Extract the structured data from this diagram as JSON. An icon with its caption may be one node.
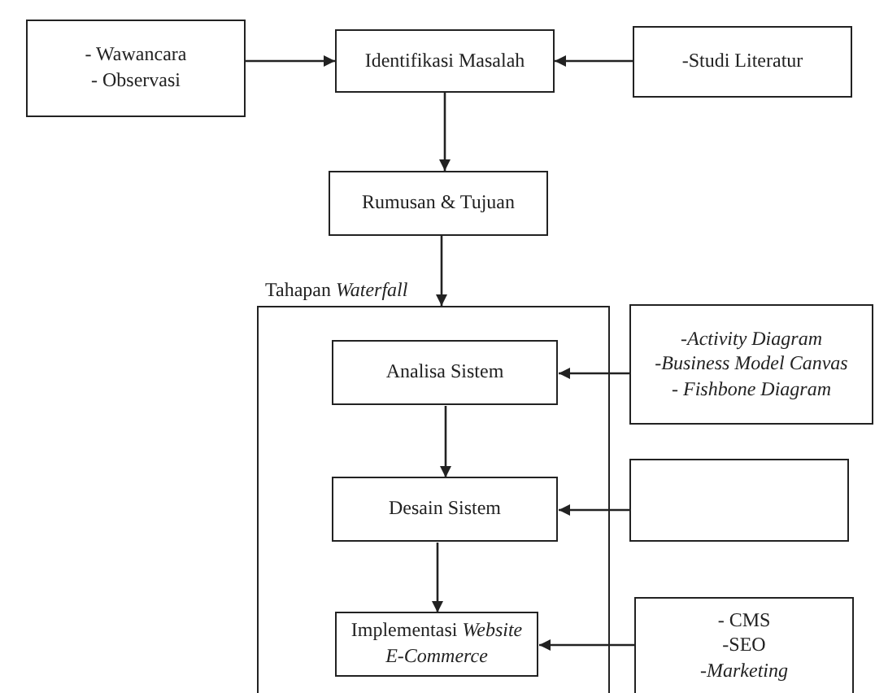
{
  "diagram": {
    "nodes": [
      {
        "text": [
          "- Wawancara",
          "- Observasi"
        ]
      },
      {
        "text": [
          "Identifikasi Masalah"
        ]
      },
      {
        "text": [
          "-Studi Literatur"
        ]
      },
      {
        "text": [
          "Rumusan & Tujuan"
        ]
      },
      {
        "text": [
          "Tahapan *Waterfall*"
        ]
      },
      {
        "text": [
          "Analisa Sistem"
        ],
        "in": 4
      },
      {
        "text": [
          "-*Activity Diagram*",
          "-*Business Model Canvas*",
          "- *Fishbone Diagram*"
        ]
      },
      {
        "text": [
          "Desain Sistem"
        ],
        "in": 4
      },
      {
        "text": [],
        "shape": "box"
      },
      {
        "text": [
          "Implementasi *Website E-Commerce*"
        ],
        "in": 4
      },
      {
        "text": [
          "- CMS",
          "-SEO",
          "-*Marketing*"
        ]
      }
    ],
    "edges": [
      {
        "from": 0,
        "to": 1,
        "arrow": "to"
      },
      {
        "from": 2,
        "to": 1,
        "arrow": "to"
      },
      {
        "from": 1,
        "to": 3,
        "arrow": "to"
      },
      {
        "from": 3,
        "to": 4,
        "arrow": "to"
      },
      {
        "from": 6,
        "to": 5,
        "arrow": "to"
      },
      {
        "from": 5,
        "to": 7,
        "arrow": "to"
      },
      {
        "from": 8,
        "to": 7,
        "arrow": "to"
      },
      {
        "from": 7,
        "to": 9,
        "arrow": "to"
      },
      {
        "from": 10,
        "to": 9,
        "arrow": "to"
      }
    ]
  }
}
